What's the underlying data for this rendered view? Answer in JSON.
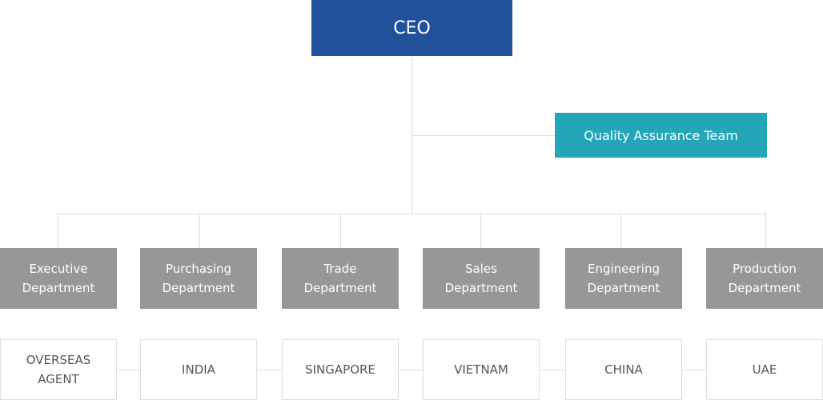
{
  "colors": {
    "ceo": "#22519c",
    "qa": "#23a6b8",
    "dept": "#979797",
    "connector": "#dcdcdc"
  },
  "ceo": {
    "label": "CEO"
  },
  "qa": {
    "label": "Quality Assurance Team"
  },
  "departments": [
    {
      "line1": "Executive",
      "line2": "Department"
    },
    {
      "line1": "Purchasing",
      "line2": "Department"
    },
    {
      "line1": "Trade",
      "line2": "Department"
    },
    {
      "line1": "Sales",
      "line2": "Department"
    },
    {
      "line1": "Engineering",
      "line2": "Department"
    },
    {
      "line1": "Production",
      "line2": "Department"
    }
  ],
  "regions": [
    {
      "line1": "OVERSEAS",
      "line2": "AGENT"
    },
    {
      "line1": "INDIA",
      "line2": ""
    },
    {
      "line1": "SINGAPORE",
      "line2": ""
    },
    {
      "line1": "VIETNAM",
      "line2": ""
    },
    {
      "line1": "CHINA",
      "line2": ""
    },
    {
      "line1": "UAE",
      "line2": ""
    }
  ]
}
